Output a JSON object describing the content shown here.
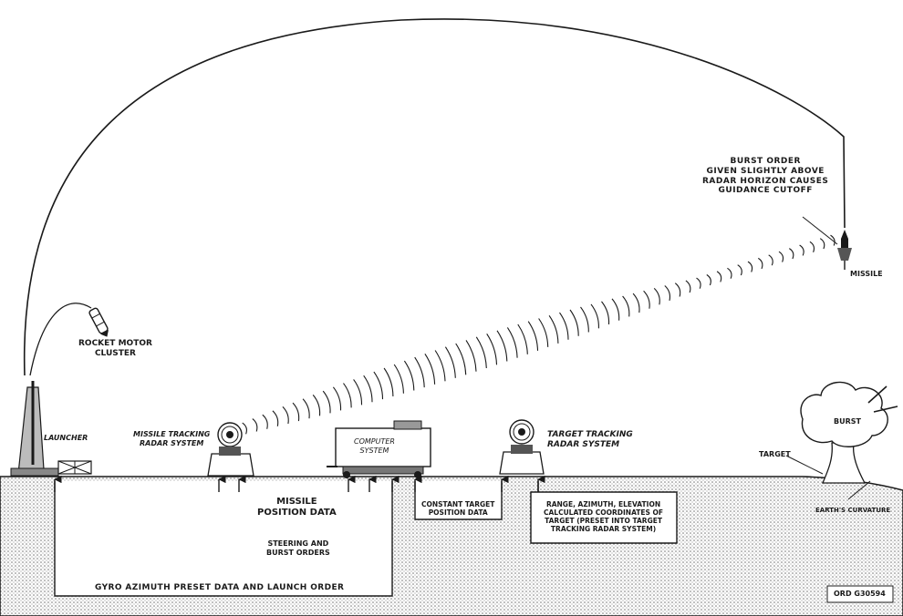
{
  "labels": {
    "burst_order": "BURST ORDER\nGIVEN SLIGHTLY ABOVE\nRADAR HORIZON CAUSES\nGUIDANCE CUTOFF",
    "missile": "MISSILE",
    "rocket_motor": "ROCKET MOTOR\nCLUSTER",
    "launcher": "LAUNCHER",
    "missile_tracking_radar": "MISSILE TRACKING\nRADAR SYSTEM",
    "computer_system": "COMPUTER\nSYSTEM",
    "target_tracking_radar": "TARGET TRACKING\nRADAR SYSTEM",
    "burst": "BURST",
    "target": "TARGET",
    "earths_curvature": "EARTH'S CURVATURE"
  },
  "boxes": {
    "missile_position": "MISSILE\nPOSITION DATA",
    "steering_burst": "STEERING AND\nBURST ORDERS",
    "gyro_azimuth": "GYRO AZIMUTH PRESET DATA AND LAUNCH ORDER",
    "constant_target": "CONSTANT TARGET\nPOSITION DATA",
    "range_azimuth": "RANGE, AZIMUTH, ELEVATION\nCALCULATED COORDINATES OF\nTARGET (PRESET INTO TARGET\nTRACKING RADAR SYSTEM)"
  },
  "figure_id": "ORD G30594",
  "colors": {
    "ink": "#1a1a1a",
    "ground": "#d2d2d2",
    "paper": "#ffffff"
  }
}
